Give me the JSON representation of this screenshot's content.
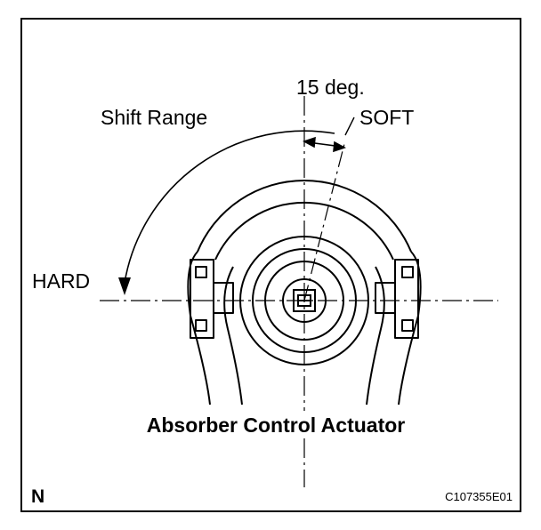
{
  "labels": {
    "angle": "15 deg.",
    "shift_range": "Shift Range",
    "soft": "SOFT",
    "hard": "HARD",
    "title": "Absorber Control Actuator",
    "corner_mark": "N",
    "figure_code": "C107355E01"
  },
  "colors": {
    "ink": "#000000",
    "paper": "#ffffff"
  }
}
